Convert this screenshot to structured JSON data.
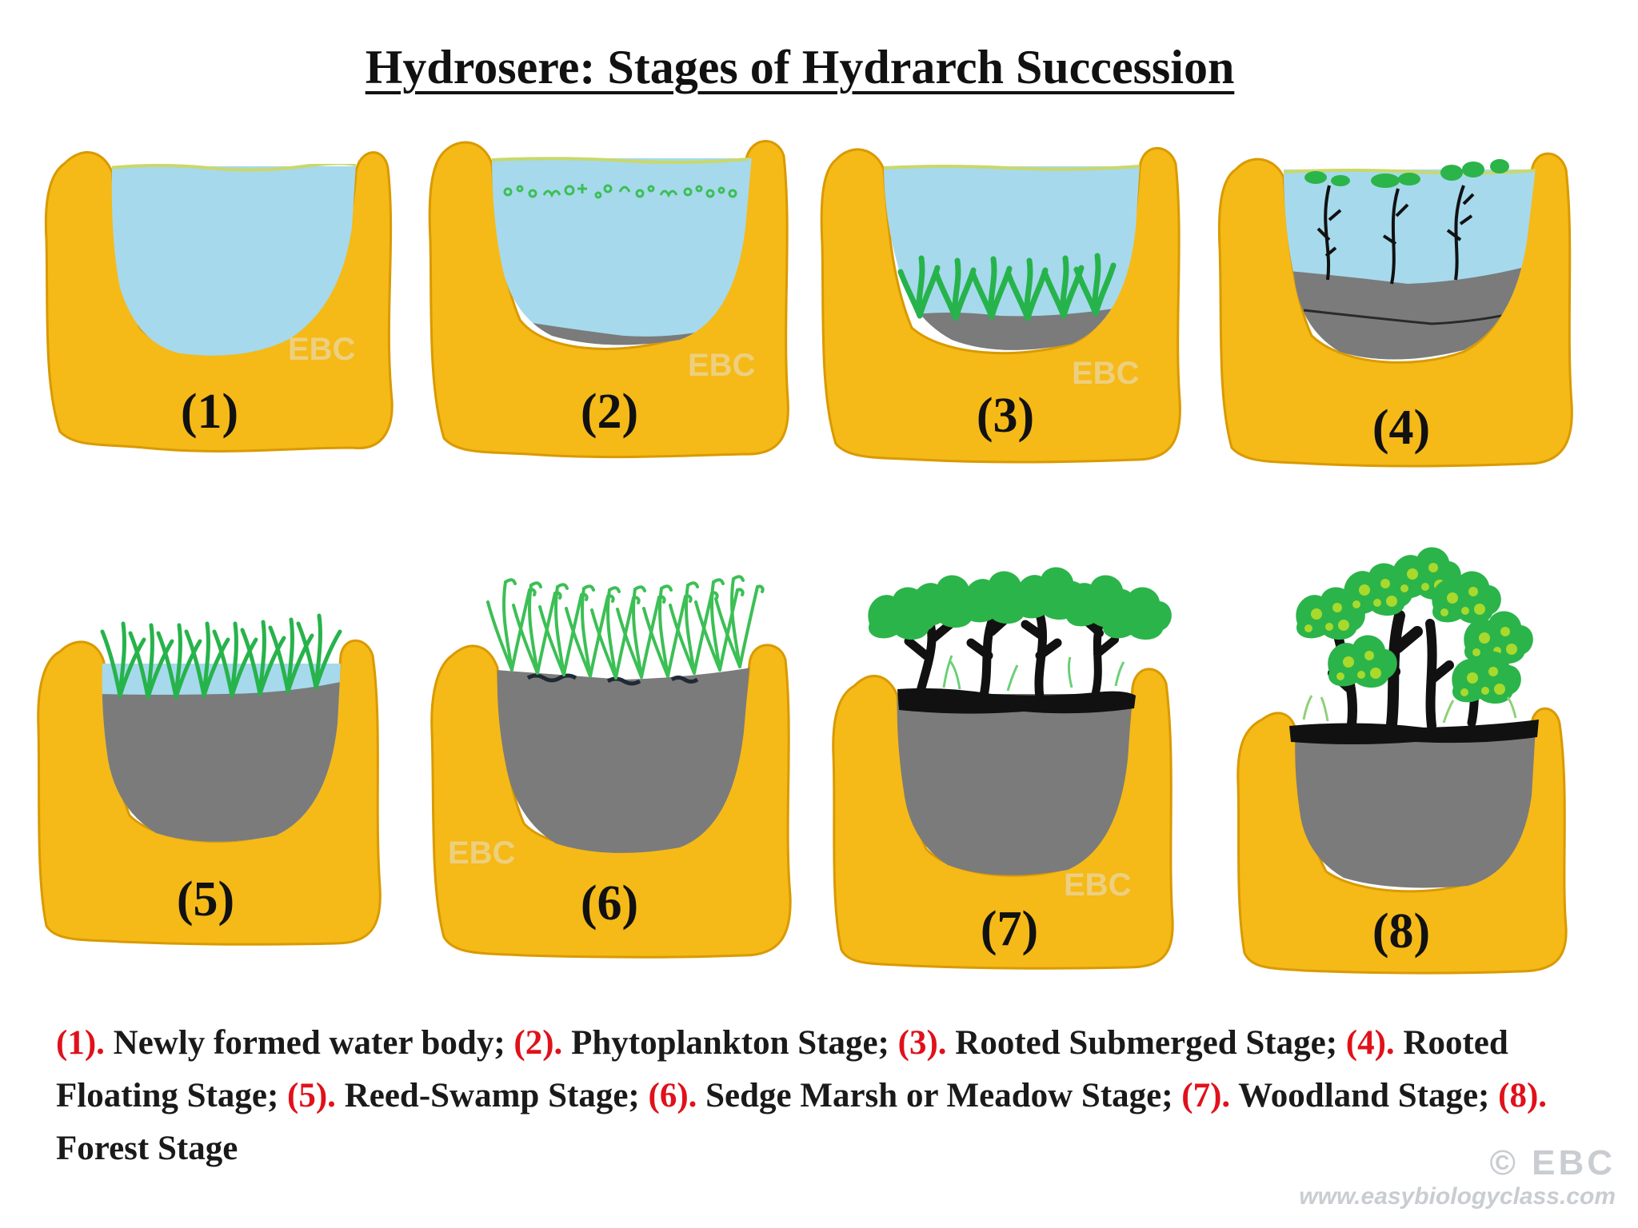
{
  "title": "Hydrosere: Stages of Hydrarch Succession",
  "stages": [
    {
      "label": "(1)",
      "name": "Newly formed water body"
    },
    {
      "label": "(2)",
      "name": "Phytoplankton Stage"
    },
    {
      "label": "(3)",
      "name": "Rooted Submerged Stage"
    },
    {
      "label": "(4)",
      "name": "Rooted Floating Stage"
    },
    {
      "label": "(5)",
      "name": "Reed-Swamp Stage"
    },
    {
      "label": "(6)",
      "name": "Sedge Marsh or Meadow Stage"
    },
    {
      "label": "(7)",
      "name": "Woodland Stage"
    },
    {
      "label": "(8)",
      "name": "Forest Stage"
    }
  ],
  "caption": {
    "n1": "(1).",
    "t1": " Newly formed water body; ",
    "n2": "(2).",
    "t2": " Phytoplankton Stage; ",
    "n3": "(3).",
    "t3": " Rooted Submerged Stage; ",
    "n4": "(4).",
    "t4": " Rooted Floating Stage; ",
    "n5": "(5).",
    "t5": " Reed-Swamp Stage; ",
    "n6": "(6).",
    "t6": " Sedge Marsh or Meadow Stage; ",
    "n7": "(7).",
    "t7": " Woodland Stage; ",
    "n8": "(8).",
    "t8": " Forest Stage"
  },
  "watermark": {
    "logo": "EBC",
    "copyright": "©",
    "url": "www.easybiologyclass.com"
  },
  "colors": {
    "basin": "#f5b918",
    "basin_edge": "#d99a00",
    "water": "#a6d9ec",
    "sediment": "#7b7b7b",
    "plant": "#27b34b",
    "canopy": "#2bb44a",
    "canopy_light": "#a9d92c",
    "trunk": "#111111",
    "stage_number_color": "#e0111b"
  }
}
